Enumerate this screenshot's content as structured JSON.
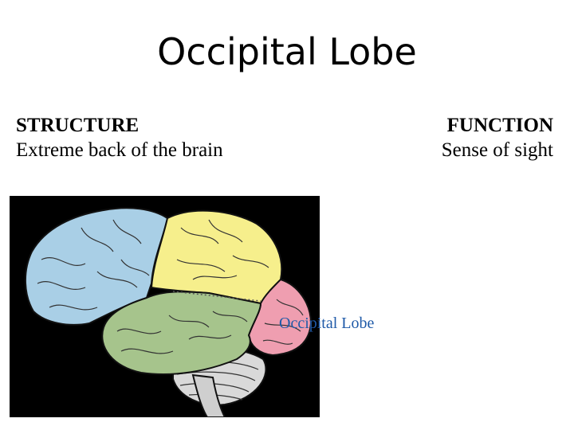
{
  "slide": {
    "title": "Occipital Lobe",
    "structure": {
      "heading": "STRUCTURE",
      "text": "Extreme back of the brain"
    },
    "function": {
      "heading": "FUNCTION",
      "text": "Sense of sight"
    },
    "diagram": {
      "label": "Occipital Lobe",
      "colors": {
        "background": "#000000",
        "frontal": "#a9cfe6",
        "parietal": "#f6ef8c",
        "temporal": "#a6c48c",
        "occipital": "#ef9eb0",
        "cerebellum": "#d9d9d9",
        "label": "#1f5aa8"
      }
    }
  }
}
